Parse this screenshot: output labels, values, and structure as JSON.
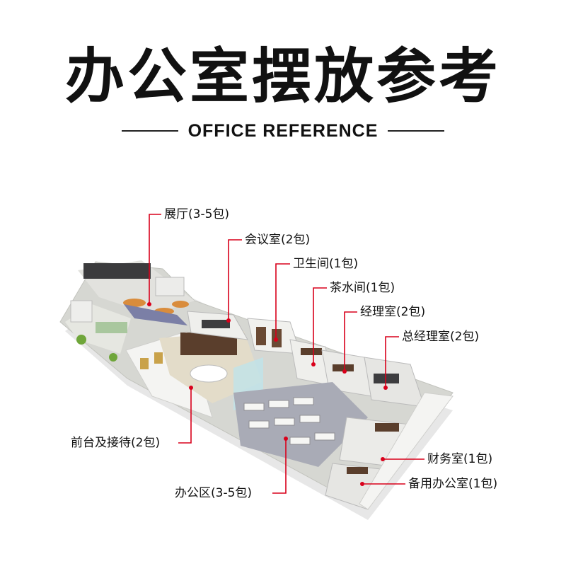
{
  "title": "办公室摆放参考",
  "subtitle": "OFFICE REFERENCE",
  "labels": {
    "exhibition_hall": "展厅(3-5包)",
    "meeting_room": "会议室(2包)",
    "restroom": "卫生间(1包)",
    "tea_room": "茶水间(1包)",
    "manager_office": "经理室(2包)",
    "general_manager_office": "总经理室(2包)",
    "reception": "前台及接待(2包)",
    "work_area": "办公区(3-5包)",
    "finance_room": "财务室(1包)",
    "spare_office": "备用办公室(1包)"
  },
  "colors": {
    "leader_line": "#d9001b",
    "text": "#111111",
    "floor": "#d6d7d2",
    "carpet": "#7b7fa6",
    "wall": "#f4f4f2",
    "glass": "#bfe4ea",
    "wood": "#5a3e2c",
    "plants": "#6fa63a"
  }
}
